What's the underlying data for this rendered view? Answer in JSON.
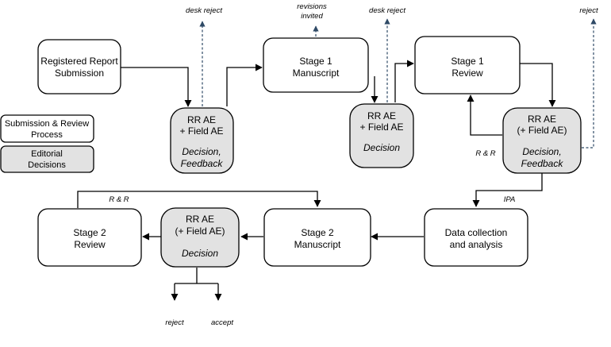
{
  "boxes": {
    "submission": [
      "Registered Report",
      "Submission"
    ],
    "stage1_manuscript": [
      "Stage 1",
      "Manuscript"
    ],
    "stage1_review": [
      "Stage 1",
      "Review"
    ],
    "data_collection": [
      "Data collection",
      "and analysis"
    ],
    "stage2_manuscript": [
      "Stage 2",
      "Manuscript"
    ],
    "stage2_review": [
      "Stage 2",
      "Review"
    ]
  },
  "decisions": {
    "dec1": {
      "title": [
        "RR AE",
        "+ Field AE"
      ],
      "outcome": [
        "Decision,",
        "Feedback"
      ]
    },
    "dec2": {
      "title": [
        "RR AE",
        "+ Field AE"
      ],
      "outcome": [
        "Decision"
      ]
    },
    "dec3": {
      "title": [
        "RR AE",
        "(+ Field AE)"
      ],
      "outcome": [
        "Decision,",
        "Feedback"
      ]
    },
    "dec4": {
      "title": [
        "RR AE",
        "(+ Field AE)"
      ],
      "outcome": [
        "Decision"
      ]
    }
  },
  "legend": {
    "process": [
      "Submission & Review",
      "Process"
    ],
    "decisions": [
      "Editorial",
      "Decisions"
    ]
  },
  "labels": {
    "desk_reject_1": "desk reject",
    "revisions_invited": [
      "revisions",
      "invited"
    ],
    "desk_reject_2": "desk reject",
    "reject_top": "reject",
    "rr_stage1": "R & R",
    "ipa": "IPA",
    "rr_stage2": "R & R",
    "reject_bottom": "reject",
    "accept": "accept"
  }
}
